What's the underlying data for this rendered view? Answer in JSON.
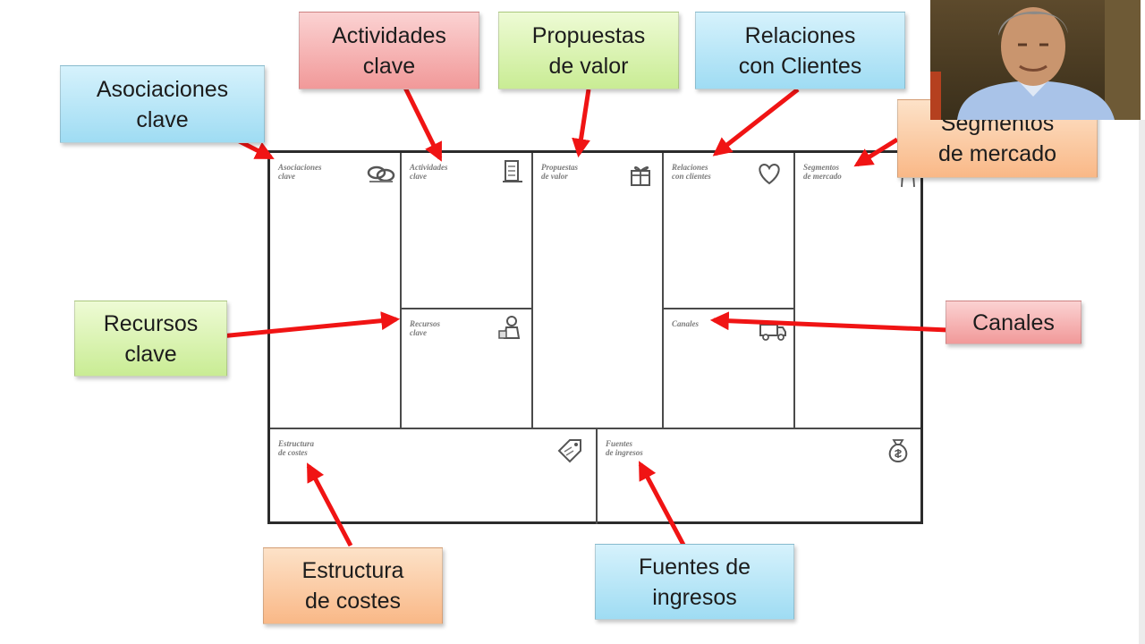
{
  "labels": {
    "asociaciones": "Asociaciones\nclave",
    "actividades": "Actividades\nclave",
    "propuestas": "Propuestas\nde valor",
    "relaciones": "Relaciones\ncon Clientes",
    "segmentos": "Segmentos\nde mercado",
    "recursos": "Recursos\nclave",
    "canales": "Canales",
    "costes": "Estructura\nde costes",
    "fuentes": "Fuentes de\ningresos"
  },
  "canvas": {
    "asociaciones": "Asociaciones\nclave",
    "actividades": "Actividades\nclave",
    "propuestas": "Propuestas\nde valor",
    "relaciones": "Relaciones\ncon clientes",
    "segmentos": "Segmentos\nde mercado",
    "recursos": "Recursos\nclave",
    "canales": "Canales",
    "costes": "Estructura\nde costes",
    "fuentes": "Fuentes\nde ingresos"
  },
  "icons": {
    "asociaciones": "chain-link-icon",
    "actividades": "checklist-icon",
    "propuestas": "gift-icon",
    "relaciones": "heart-icon",
    "segmentos": "people-icon",
    "recursos": "worker-icon",
    "canales": "truck-icon",
    "costes": "price-tag-icon",
    "fuentes": "money-bag-icon"
  },
  "colors": {
    "arrow": "#f01414",
    "blue_label": "#9fdcf3",
    "red_label": "#f19999",
    "green_label": "#c9ec94",
    "orange_label": "#f9b887"
  }
}
